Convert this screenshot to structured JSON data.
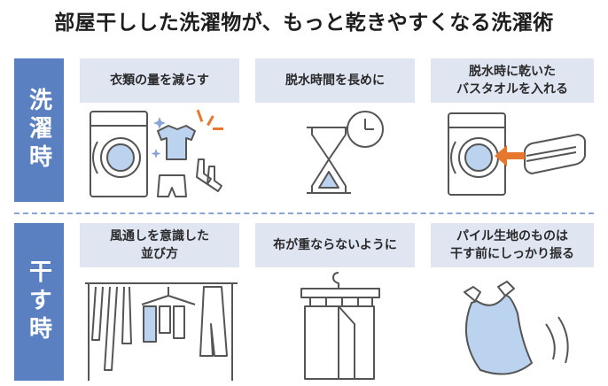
{
  "title": "部屋干しした洗濯物が、もっと乾きやすくなる洗濯術",
  "sections": [
    {
      "label": "洗濯時",
      "tips": [
        {
          "text": "衣類の量を減らす",
          "icon": "washing-machine-clothes"
        },
        {
          "text": "脱水時間を長めに",
          "icon": "hourglass-clock"
        },
        {
          "text": "脱水時に乾いた\nバスタオルを入れる",
          "icon": "washer-towel"
        }
      ]
    },
    {
      "label": "干す時",
      "tips": [
        {
          "text": "風通しを意識した\n並び方",
          "icon": "clothes-rack"
        },
        {
          "text": "布が重ならないように",
          "icon": "pinch-hanger"
        },
        {
          "text": "パイル生地のものは\n干す前にしっかり振る",
          "icon": "shaking-towel"
        }
      ]
    }
  ],
  "colors": {
    "accent": "#5b80c2",
    "label_bg": "#dfe6f2",
    "line_art": "#555555",
    "highlight_blue": "#bcd3ef",
    "arrow_orange": "#e8772e"
  }
}
